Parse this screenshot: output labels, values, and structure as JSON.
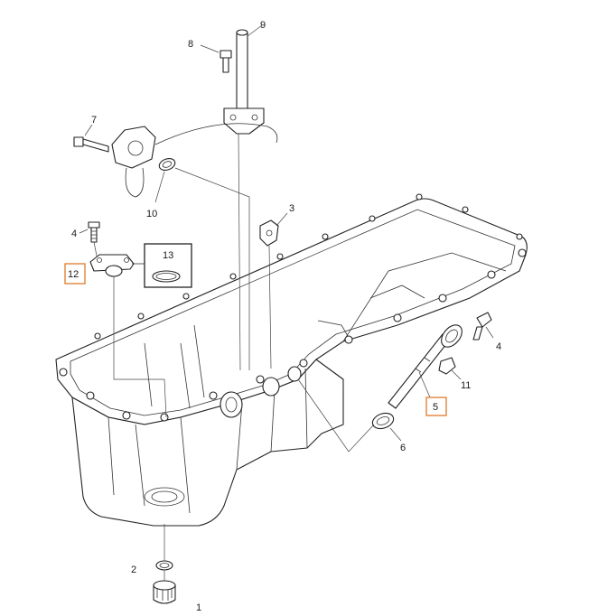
{
  "callouts": {
    "c1": "1",
    "c2": "2",
    "c3": "3",
    "c4a": "4",
    "c4b": "4",
    "c5": "5",
    "c6": "6",
    "c7": "7",
    "c8": "8",
    "c9": "9",
    "c10": "10",
    "c11": "11",
    "c12": "12",
    "c13": "13"
  },
  "highlight_color": "#e07a2a",
  "highlighted_callouts": [
    "5",
    "12"
  ]
}
